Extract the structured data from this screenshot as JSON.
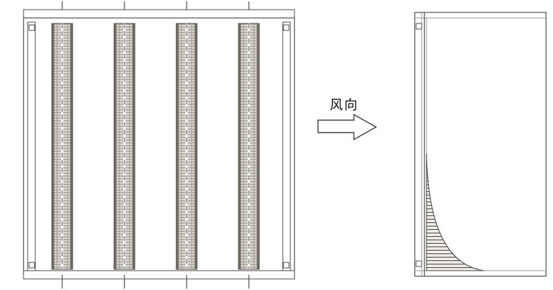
{
  "diagram": {
    "arrow_label": "风向",
    "front_view": {
      "filter_columns": 4,
      "top_ticks": 4,
      "bottom_ticks": 4
    },
    "side_view": {
      "hatched_wedge": true
    },
    "colors": {
      "line": "#4c4a47",
      "light_line": "#9b978f",
      "media_fill": "#dcd8d2",
      "media_line": "#8b867e",
      "hatch_fill": "#edebe7",
      "hatch_line": "#45423e",
      "background": "#ffffff"
    }
  }
}
